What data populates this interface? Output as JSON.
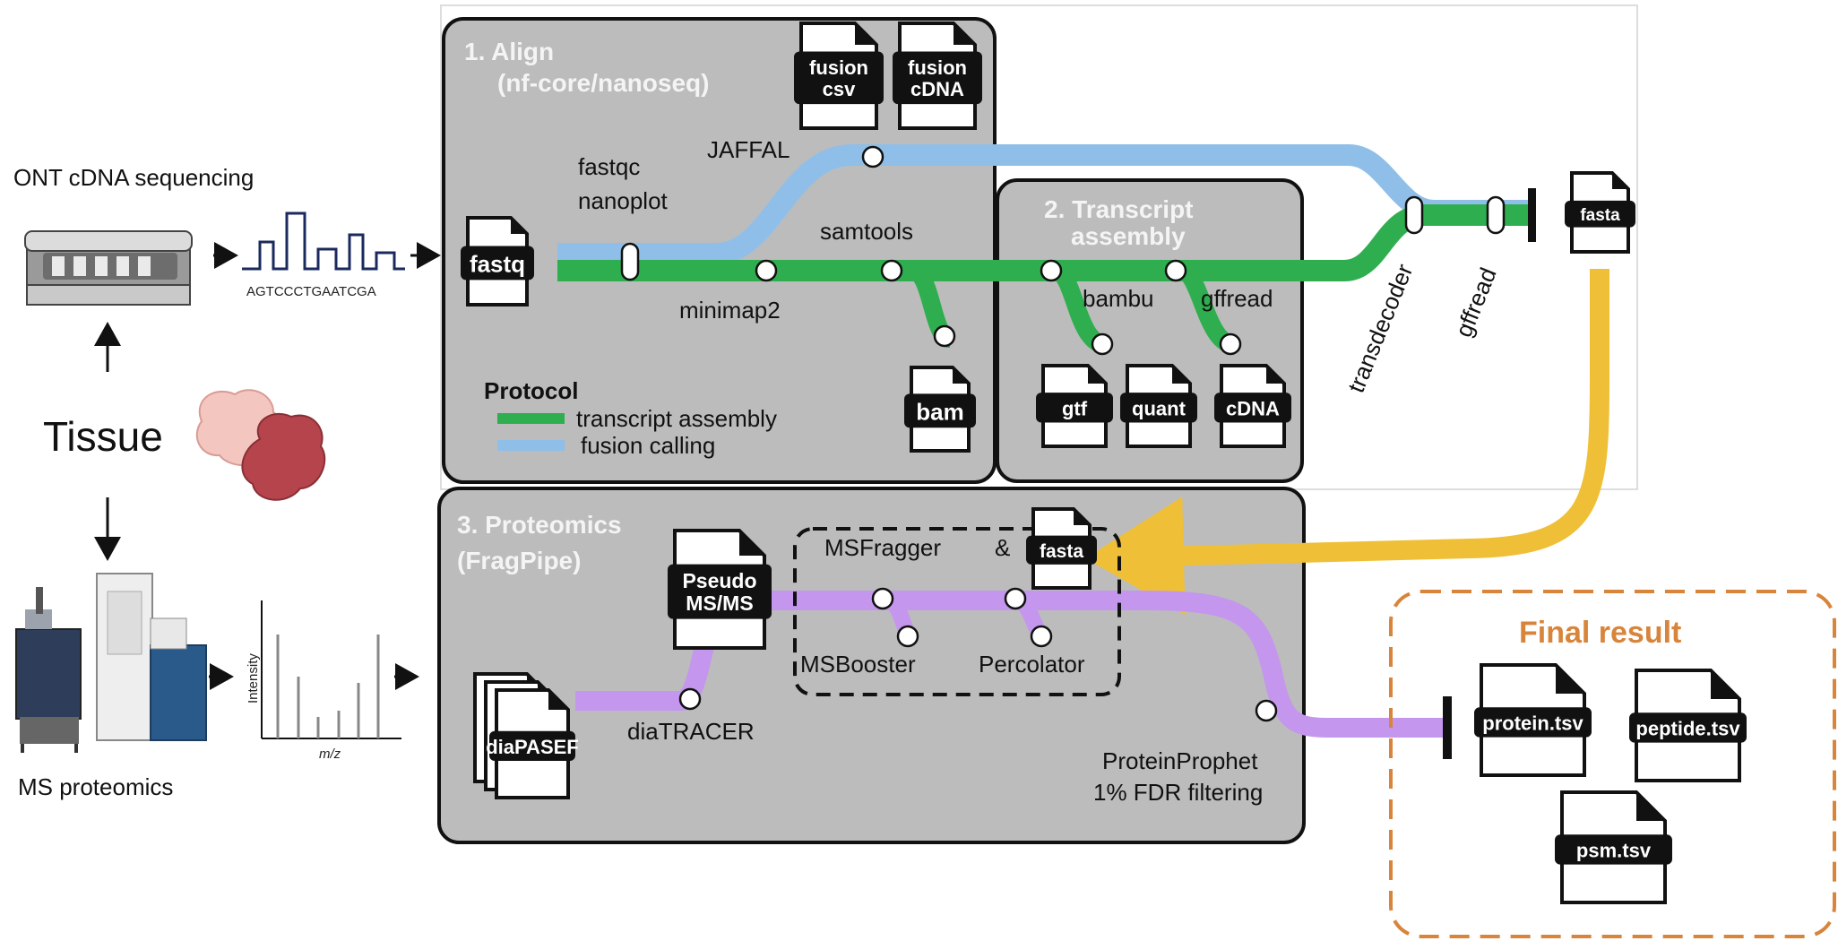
{
  "left": {
    "ont_label": "ONT cDNA sequencing",
    "sequence": "AGTCCCTGAATCGA",
    "tissue": "Tissue",
    "ms_label": "MS proteomics",
    "spectrum_ylabel": "Intensity",
    "spectrum_xlabel": "m/z"
  },
  "panels": {
    "align": {
      "title": "1.  Align",
      "subtitle": "(nf-core/nanoseq)"
    },
    "assembly": {
      "title": "2. Transcript",
      "subtitle": "assembly"
    },
    "proteomics": {
      "title": "3. Proteomics",
      "subtitle": "(FragPipe)"
    }
  },
  "tools": {
    "fastqc": "fastqc",
    "nanoplot": "nanoplot",
    "jaffal": "JAFFAL",
    "samtools": "samtools",
    "minimap2": "minimap2",
    "bambu": "bambu",
    "gffread": "gffread",
    "transdecoder": "transdecoder",
    "gffread2": "gffread",
    "msfragger": "MSFragger",
    "ampersand": "&",
    "msbooster": "MSBooster",
    "percolator": "Percolator",
    "diatracer": "diaTRACER",
    "proteinprophet": "ProteinProphet",
    "fdr": "1% FDR filtering"
  },
  "files": {
    "fastq": "fastq",
    "fusion_csv_1": "fusion",
    "fusion_csv_2": "csv",
    "fusion_cdna_1": "fusion",
    "fusion_cdna_2": "cDNA",
    "bam": "bam",
    "gtf": "gtf",
    "quant": "quant",
    "cdna": "cDNA",
    "fasta": "fasta",
    "fasta2": "fasta",
    "pseudo_1": "Pseudo",
    "pseudo_2": "MS/MS",
    "diapasef": "diaPASEF",
    "protein": "protein.tsv",
    "peptide": "peptide.tsv",
    "psm": "psm.tsv"
  },
  "legend": {
    "title": "Protocol",
    "items": [
      {
        "label": "transcript assembly",
        "color": "#2fae4f"
      },
      {
        "label": "fusion calling",
        "color": "#8fbfe8"
      }
    ]
  },
  "final": {
    "title": "Final result"
  },
  "colors": {
    "panel": "#bcbcbc",
    "green": "#2fae4f",
    "blue": "#8fbfe8",
    "purple": "#c496ee",
    "yellow": "#efc037",
    "orange": "#d8853b"
  }
}
